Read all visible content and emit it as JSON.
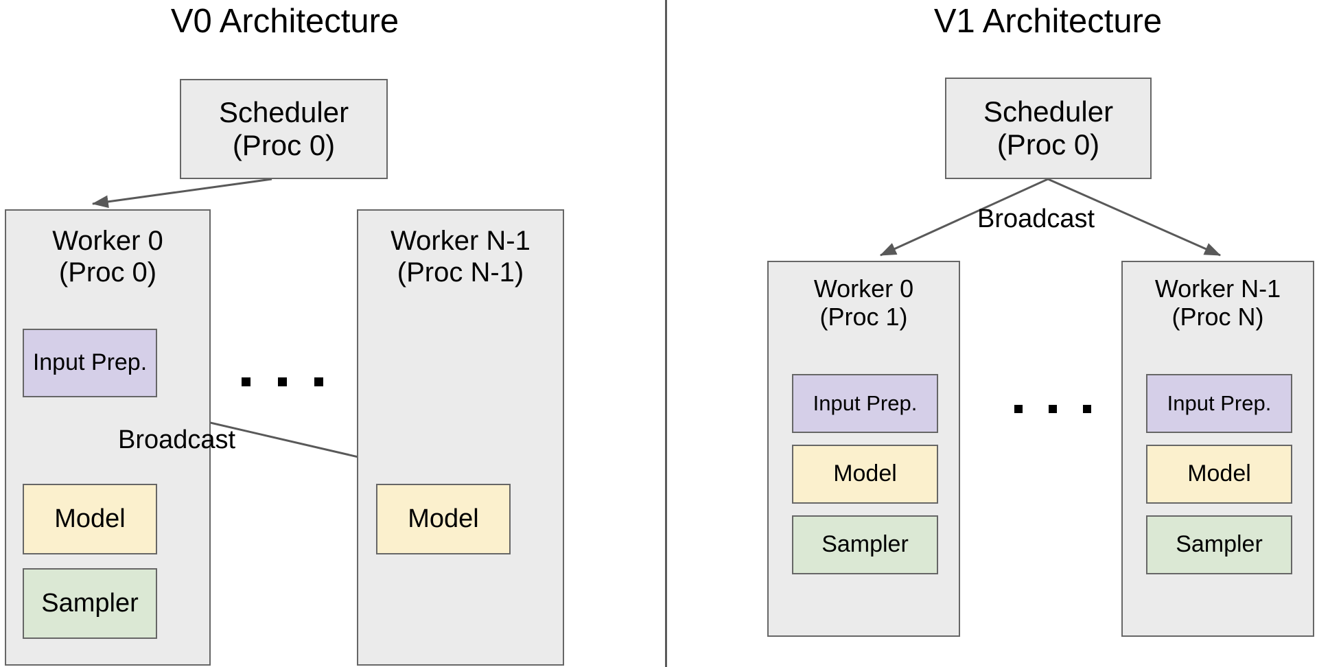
{
  "figure": {
    "type": "architecture-comparison-diagram",
    "background_color": "#ffffff",
    "divider_color": "#5a5a5a"
  },
  "palette": {
    "container_fill": "#ebebeb",
    "container_stroke": "#666666",
    "input_prep_fill": "#d5cfe8",
    "model_fill": "#fbf0cd",
    "sampler_fill": "#dbe8d4",
    "arrow_color": "#595959",
    "text_color": "#000000"
  },
  "v0": {
    "title": "V0 Architecture",
    "scheduler": {
      "line1": "Scheduler",
      "line2": "(Proc 0)"
    },
    "workers": [
      {
        "title_line1": "Worker 0",
        "title_line2": "(Proc 0)",
        "components": [
          {
            "label": "Input Prep.",
            "color_key": "input_prep_fill"
          },
          {
            "label": "Model",
            "color_key": "model_fill"
          },
          {
            "label": "Sampler",
            "color_key": "sampler_fill"
          }
        ]
      },
      {
        "title_line1": "Worker N-1",
        "title_line2": "(Proc N-1)",
        "components": [
          {
            "label": "Model",
            "color_key": "model_fill"
          }
        ]
      }
    ],
    "ellipsis": "...",
    "edge_labels": {
      "broadcast": "Broadcast"
    }
  },
  "v1": {
    "title": "V1 Architecture",
    "scheduler": {
      "line1": "Scheduler",
      "line2": "(Proc 0)"
    },
    "workers": [
      {
        "title_line1": "Worker 0",
        "title_line2": "(Proc 1)",
        "components": [
          {
            "label": "Input Prep.",
            "color_key": "input_prep_fill"
          },
          {
            "label": "Model",
            "color_key": "model_fill"
          },
          {
            "label": "Sampler",
            "color_key": "sampler_fill"
          }
        ]
      },
      {
        "title_line1": "Worker N-1",
        "title_line2": "(Proc N)",
        "components": [
          {
            "label": "Input Prep.",
            "color_key": "input_prep_fill"
          },
          {
            "label": "Model",
            "color_key": "model_fill"
          },
          {
            "label": "Sampler",
            "color_key": "sampler_fill"
          }
        ]
      }
    ],
    "ellipsis": "...",
    "edge_labels": {
      "broadcast": "Broadcast"
    }
  }
}
